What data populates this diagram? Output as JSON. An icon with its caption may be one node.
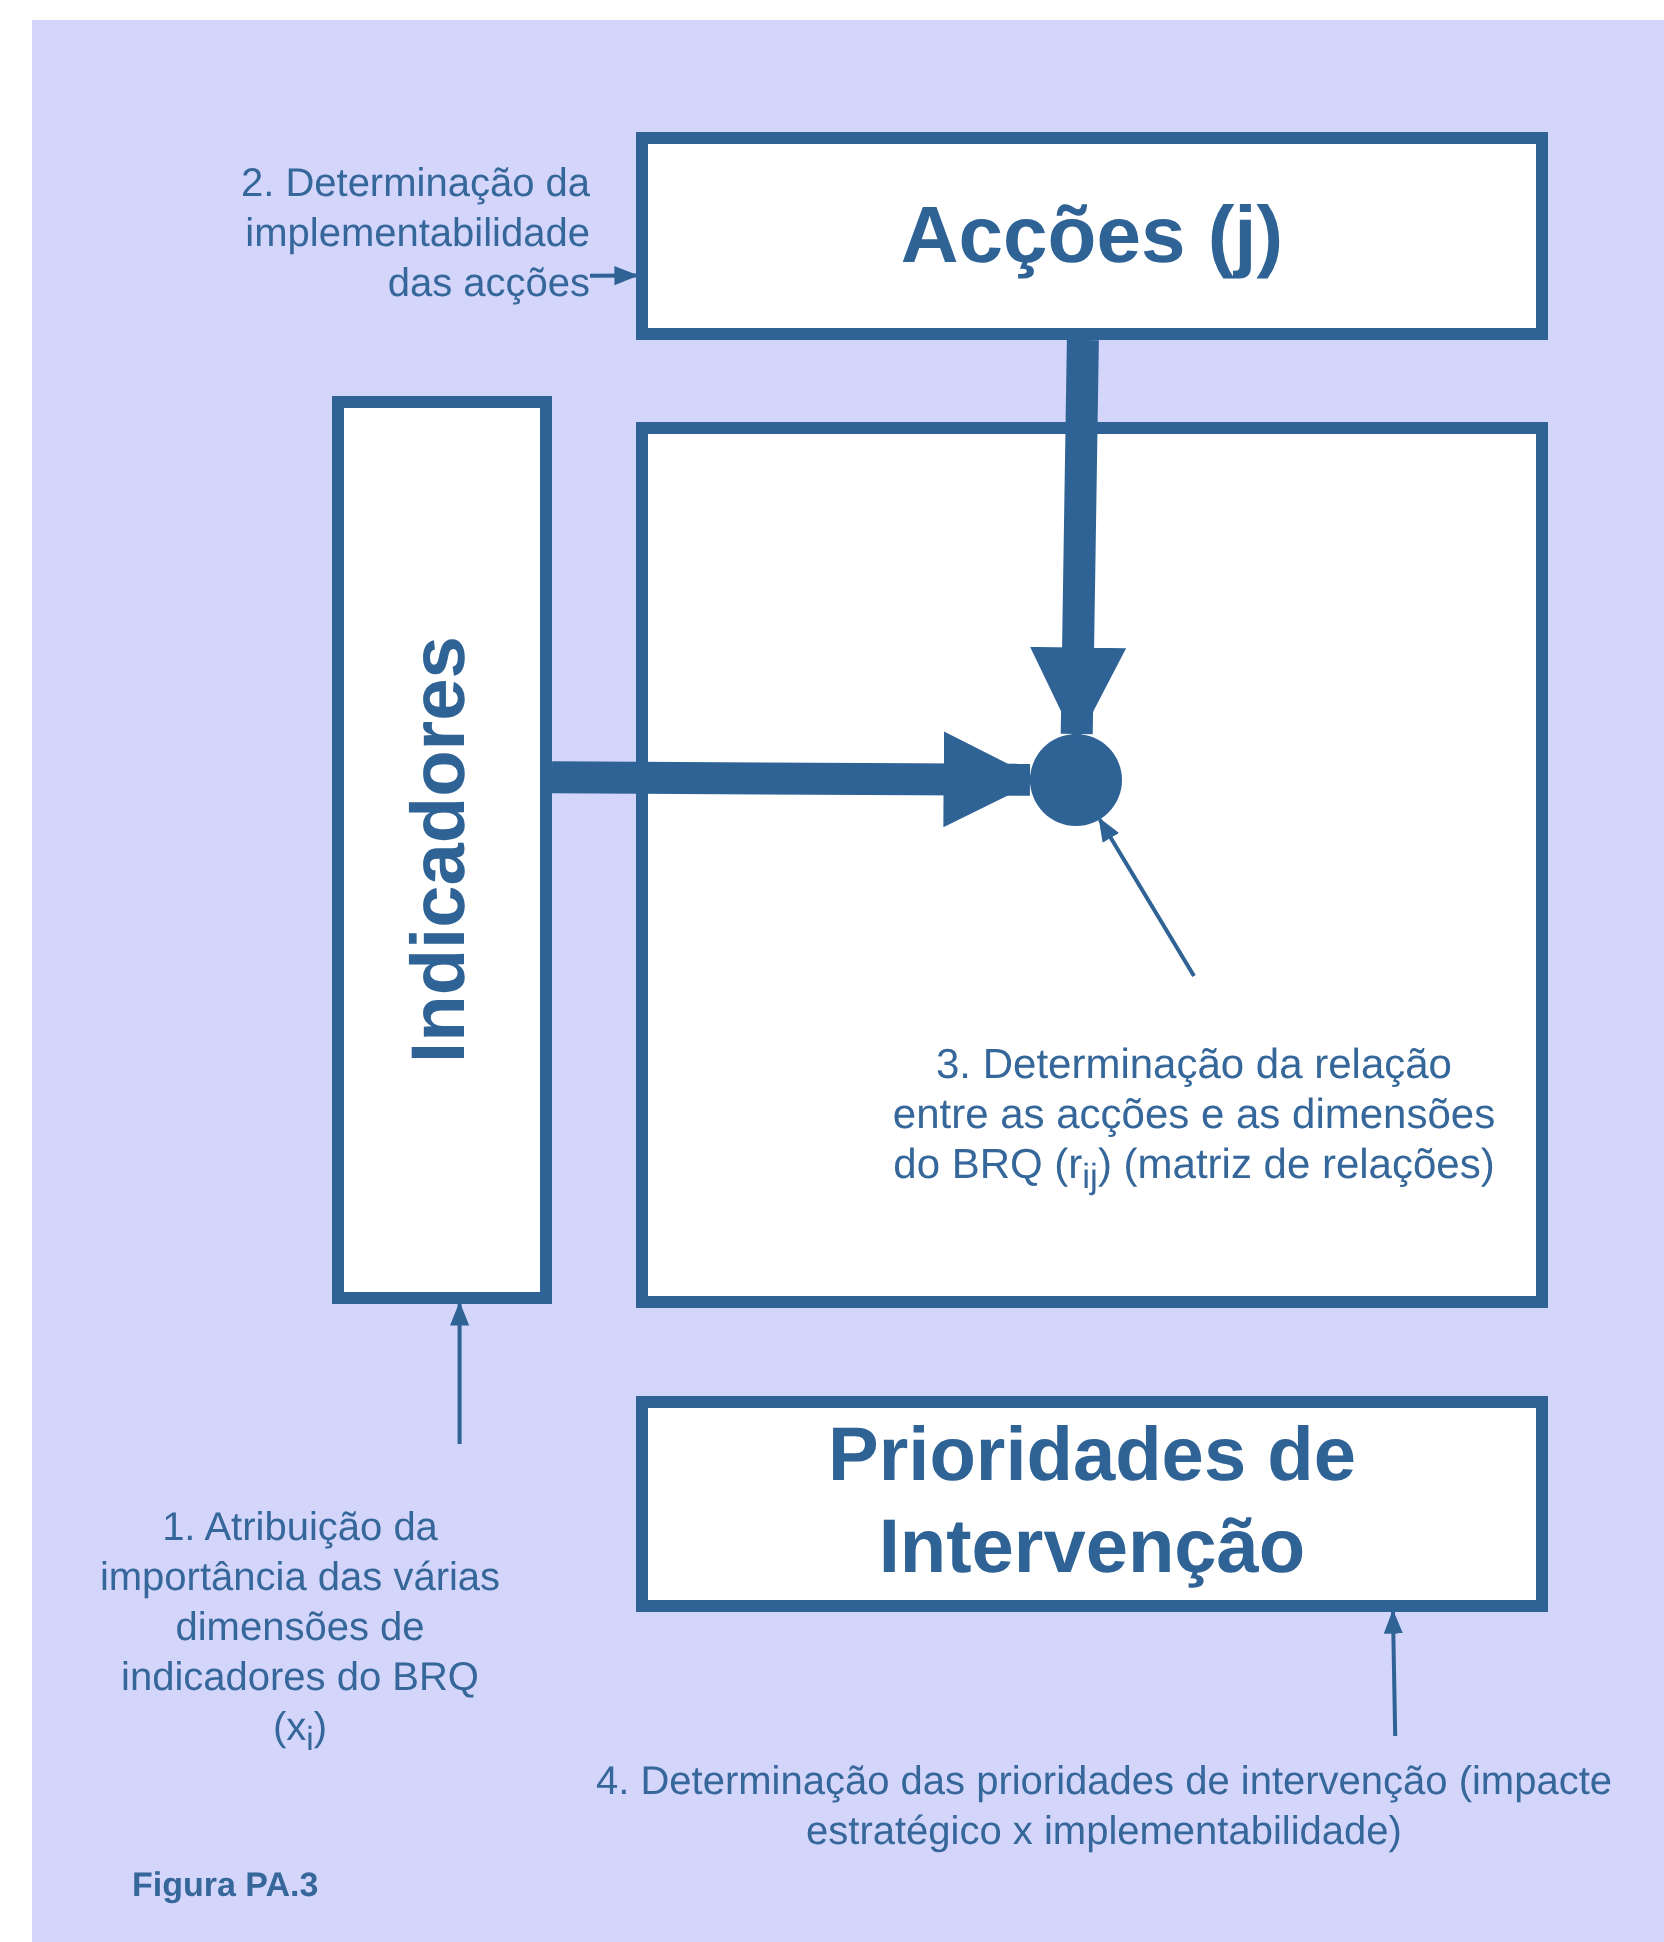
{
  "diagram": {
    "nodes": [
      {
        "text": [
          "2. Determinação da implementabilidade das acções"
        ]
      },
      {
        "text": [
          "Acções (j)"
        ]
      },
      {
        "text": [
          "Indicadores"
        ]
      },
      {
        "text": [],
        "shape": "box"
      },
      {
        "text": [],
        "shape": "circle",
        "in": 3
      },
      {
        "text": [
          "3. Determinação da relação entre as acções e as dimensões do BRQ (r$_{ij}$) (matriz de relações)"
        ],
        "in": 3
      },
      {
        "text": [
          "Prioridades de Intervenção"
        ]
      },
      {
        "text": [
          "1. Atribuição da importância das várias dimensões de indicadores do BRQ (x$_{i}$)"
        ]
      },
      {
        "text": [
          "4. Determinação das prioridades de intervenção (impacte estratégico x implementabilidade)"
        ]
      }
    ],
    "edges": [
      {
        "from": 0,
        "to": 1,
        "arrow": "to"
      },
      {
        "from": 1,
        "to": 4,
        "arrow": "to",
        "style": "thick"
      },
      {
        "from": 2,
        "to": 4,
        "arrow": "to",
        "style": "thick"
      },
      {
        "from": 5,
        "to": 4,
        "arrow": "to"
      },
      {
        "from": 7,
        "to": 2,
        "arrow": "to"
      },
      {
        "from": 8,
        "to": 6,
        "arrow": "to"
      }
    ],
    "labels": [
      "Figura PA.3"
    ]
  }
}
